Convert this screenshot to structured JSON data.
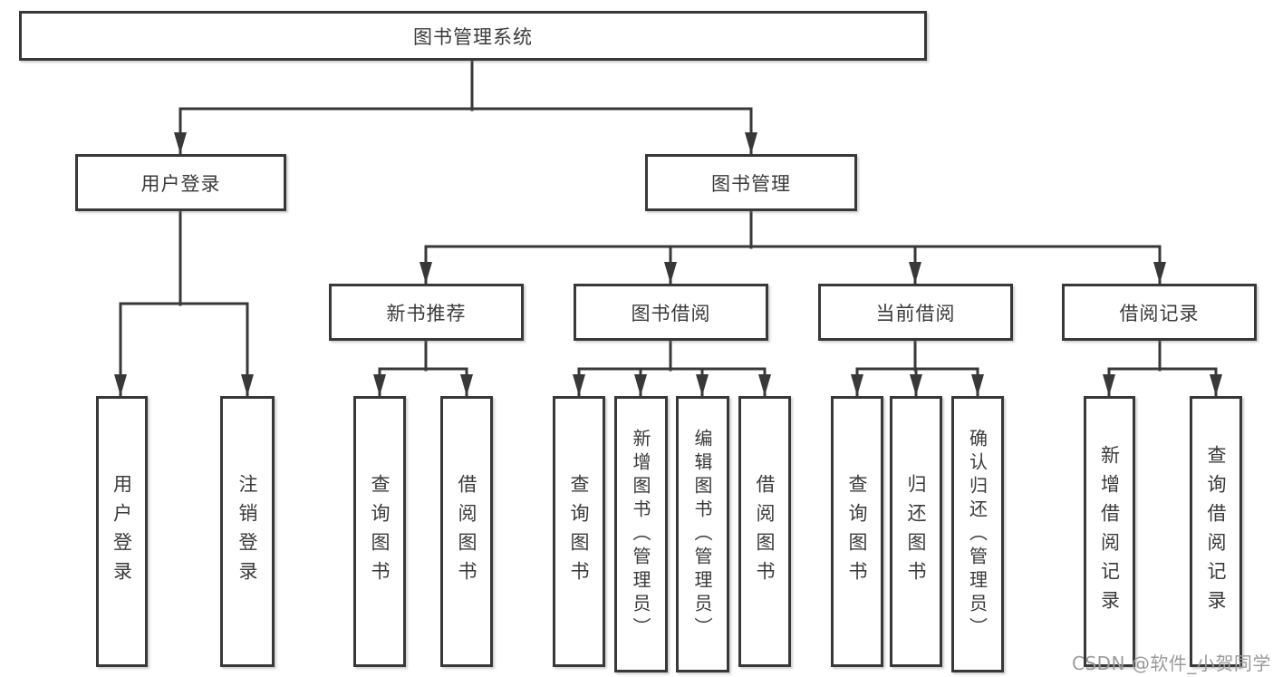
{
  "colors": {
    "line": "#383838",
    "box_border": "#383838",
    "box_fill": "#ffffff",
    "text": "#3a3a3a",
    "watermark": "#9a9a9a",
    "background": "#ffffff"
  },
  "diagram": {
    "type": "hierarchy-tree",
    "root": {
      "label": "图书管理系统"
    },
    "level2": [
      {
        "label": "用户登录"
      },
      {
        "label": "图书管理"
      }
    ],
    "level3": [
      {
        "label": "新书推荐",
        "parent": "图书管理"
      },
      {
        "label": "图书借阅",
        "parent": "图书管理"
      },
      {
        "label": "当前借阅",
        "parent": "图书管理"
      },
      {
        "label": "借阅记录",
        "parent": "图书管理"
      }
    ],
    "leaves": [
      {
        "label": "用户登录",
        "parent": "用户登录"
      },
      {
        "label": "注销登录",
        "parent": "用户登录"
      },
      {
        "label": "查询图书",
        "parent": "新书推荐"
      },
      {
        "label": "借阅图书",
        "parent": "新书推荐"
      },
      {
        "label": "查询图书",
        "parent": "图书借阅"
      },
      {
        "label": "新增图书（管理员）",
        "parent": "图书借阅"
      },
      {
        "label": "编辑图书（管理员）",
        "parent": "图书借阅"
      },
      {
        "label": "借阅图书",
        "parent": "图书借阅"
      },
      {
        "label": "查询图书",
        "parent": "当前借阅"
      },
      {
        "label": "归还图书",
        "parent": "当前借阅"
      },
      {
        "label": "确认归还（管理员）",
        "parent": "当前借阅"
      },
      {
        "label": "新增借阅记录",
        "parent": "借阅记录"
      },
      {
        "label": "查询借阅记录",
        "parent": "借阅记录"
      }
    ]
  },
  "watermark": {
    "text": "CSDN @软件_小贺同学"
  }
}
